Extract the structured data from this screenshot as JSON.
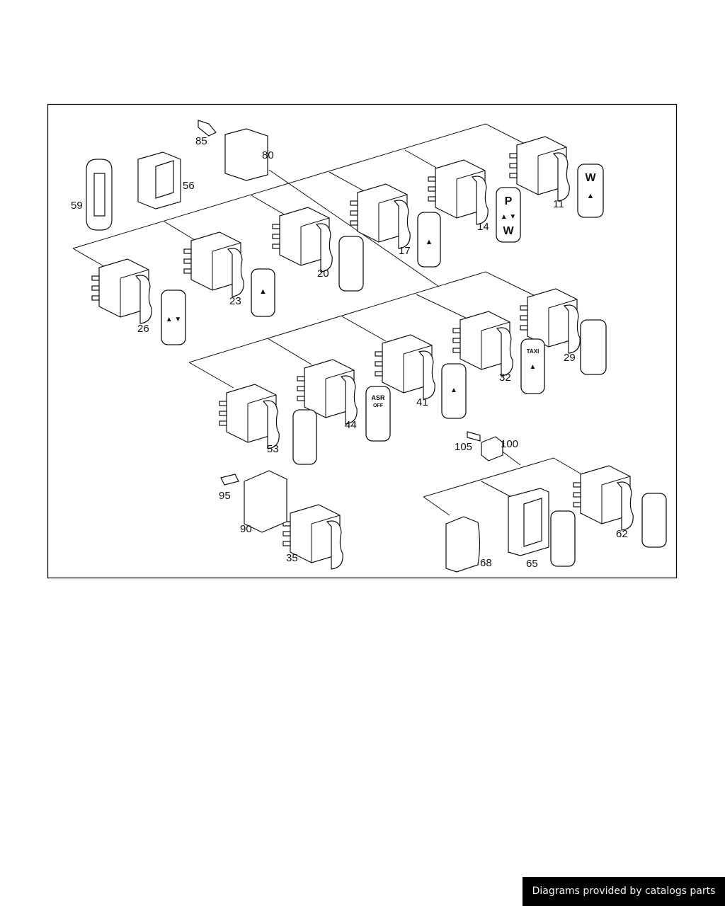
{
  "diagram": {
    "callouts": [
      "85",
      "80",
      "59",
      "56",
      "11",
      "14",
      "17",
      "20",
      "23",
      "26",
      "29",
      "32",
      "41",
      "44",
      "53",
      "105",
      "100",
      "95",
      "90",
      "35",
      "68",
      "65",
      "62"
    ],
    "panel_labels": {
      "w": "W",
      "p": "P",
      "asr": "ASR",
      "off": "OFF",
      "taxi": "TAXI",
      "arrow_up": "▲",
      "arrow_down": "▼"
    }
  },
  "footer": {
    "credit": "Diagrams provided by catalogs parts"
  }
}
